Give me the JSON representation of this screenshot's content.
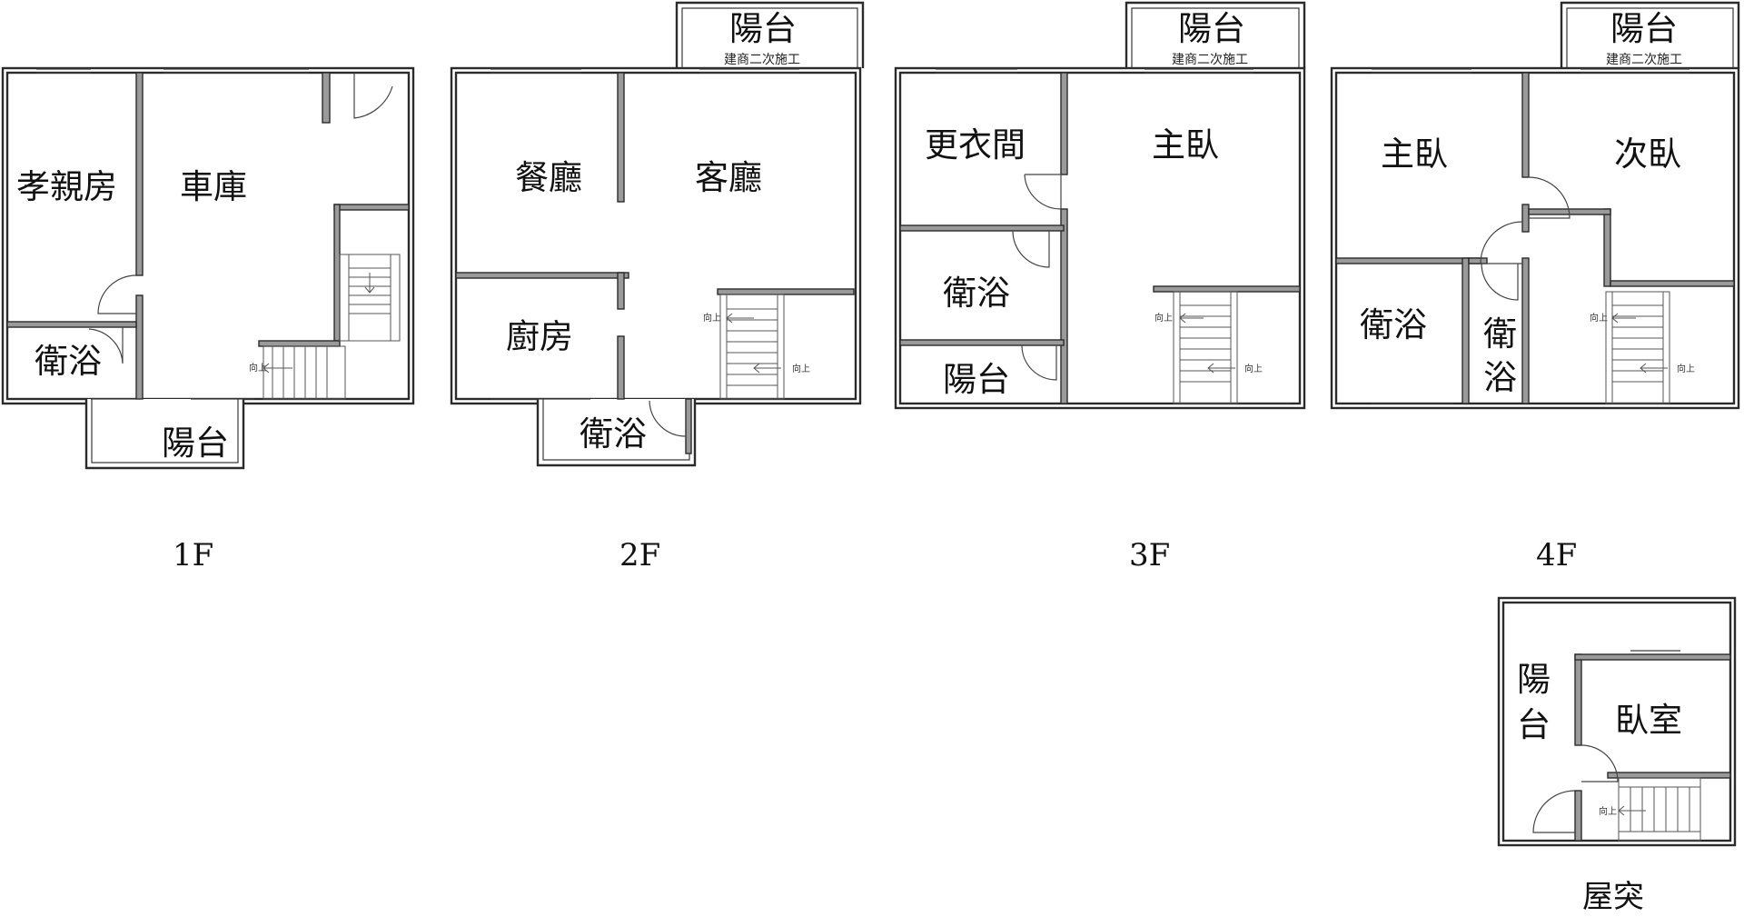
{
  "floors": [
    {
      "id": "1F",
      "label": "1F",
      "rooms": [
        "孝親房",
        "車庫",
        "衛浴",
        "陽台"
      ],
      "stair_note": "向上"
    },
    {
      "id": "2F",
      "label": "2F",
      "rooms": [
        "陽台",
        "餐廳",
        "客廳",
        "廚房",
        "衛浴"
      ],
      "balcony_note": "建商二次施工",
      "stair_note": "向上"
    },
    {
      "id": "3F",
      "label": "3F",
      "rooms": [
        "陽台",
        "更衣間",
        "主臥",
        "衛浴",
        "陽台"
      ],
      "balcony_note": "建商二次施工",
      "stair_note": "向上"
    },
    {
      "id": "4F",
      "label": "4F",
      "rooms": [
        "陽台",
        "主臥",
        "次臥",
        "衛浴",
        "衛",
        "浴"
      ],
      "balcony_note": "建商二次施工",
      "stair_note": "向上"
    },
    {
      "id": "roof",
      "label": "屋突",
      "rooms": [
        "陽",
        "台",
        "臥室"
      ],
      "stair_note": "向上"
    }
  ]
}
